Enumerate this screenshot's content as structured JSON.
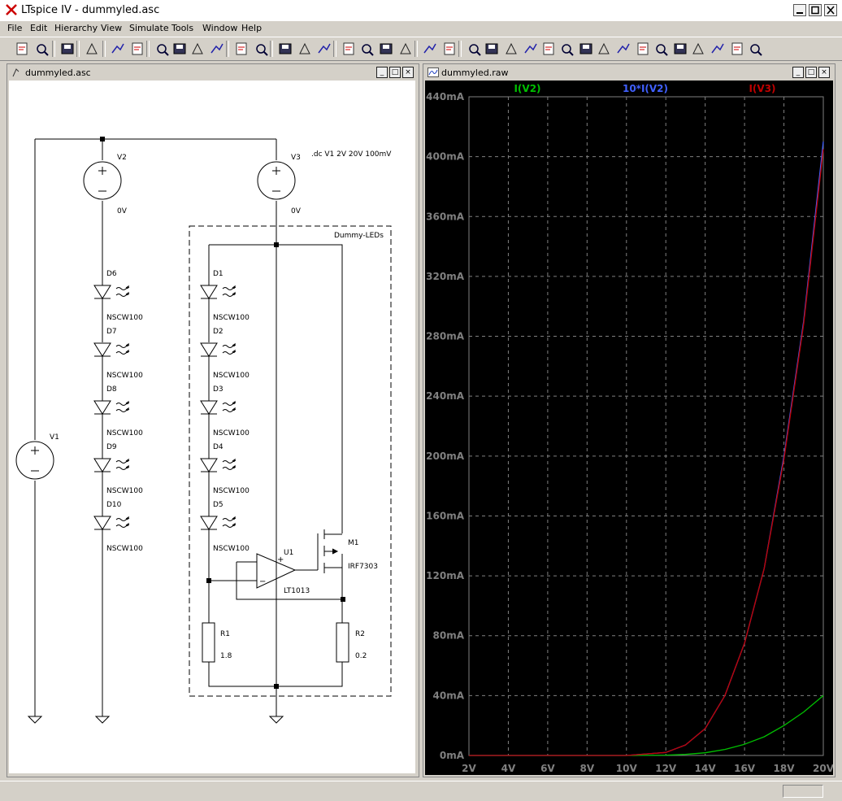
{
  "app": {
    "title": "LTspice IV - dummyled.asc"
  },
  "menu": {
    "file": "File",
    "edit": "Edit",
    "hierarchy": "Hierarchy",
    "view": "View",
    "simulate": "Simulate",
    "tools": "Tools",
    "window": "Window",
    "help": "Help"
  },
  "toolbar": {
    "icons": [
      "new-schematic-icon",
      "open-icon",
      "save-icon",
      "control-panel-icon",
      "run-icon",
      "halt-icon",
      "zoom-in-icon",
      "zoom-out-icon",
      "zoom-full-icon",
      "zoom-cancel-icon",
      "autorange-icon",
      "pan-icon",
      "tile-horizontal-icon",
      "cascade-icon",
      "tile-vertical-icon",
      "cut-icon",
      "copy-icon",
      "paste-icon",
      "find-icon",
      "print-setup-icon",
      "print-icon",
      "wire-icon",
      "ground-icon",
      "label-icon",
      "resistor-icon",
      "capacitor-icon",
      "inductor-icon",
      "diode-icon",
      "component-icon",
      "move-icon",
      "drag-icon",
      "undo-icon",
      "redo-icon",
      "rotate-icon",
      "mirror-icon",
      "text-icon",
      "spice-directive-icon"
    ]
  },
  "schematic": {
    "window_title": "dummyled.asc",
    "directive": ".dc V1 2V 20V 100mV",
    "box_label": "Dummy-LEDs",
    "sources": [
      {
        "name": "V1",
        "value": ""
      },
      {
        "name": "V2",
        "value": "0V"
      },
      {
        "name": "V3",
        "value": "0V"
      }
    ],
    "leds_left": [
      {
        "name": "D6",
        "model": "NSCW100"
      },
      {
        "name": "D7",
        "model": "NSCW100"
      },
      {
        "name": "D8",
        "model": "NSCW100"
      },
      {
        "name": "D9",
        "model": "NSCW100"
      },
      {
        "name": "D10",
        "model": "NSCW100"
      }
    ],
    "leds_right": [
      {
        "name": "D1",
        "model": "NSCW100"
      },
      {
        "name": "D2",
        "model": "NSCW100"
      },
      {
        "name": "D3",
        "model": "NSCW100"
      },
      {
        "name": "D4",
        "model": "NSCW100"
      },
      {
        "name": "D5",
        "model": "NSCW100"
      }
    ],
    "opamp": {
      "name": "U1",
      "model": "LT1013"
    },
    "mosfet": {
      "name": "M1",
      "model": "IRF7303"
    },
    "resistors": [
      {
        "name": "R1",
        "value": "1.8"
      },
      {
        "name": "R2",
        "value": "0.2"
      }
    ]
  },
  "plot": {
    "window_title": "dummyled.raw",
    "background": "#000000",
    "grid_color": "#808080",
    "traces": [
      {
        "label": "I(V2)",
        "color": "#00c000"
      },
      {
        "label": "10*I(V2)",
        "color": "#4060ff"
      },
      {
        "label": "I(V3)",
        "color": "#c00000"
      }
    ],
    "y_ticks": [
      "440mA",
      "400mA",
      "360mA",
      "320mA",
      "280mA",
      "240mA",
      "200mA",
      "160mA",
      "120mA",
      "80mA",
      "40mA",
      "0mA"
    ],
    "x_ticks": [
      "2V",
      "4V",
      "6V",
      "8V",
      "10V",
      "12V",
      "14V",
      "16V",
      "18V",
      "20V"
    ]
  },
  "chart_data": {
    "type": "line",
    "xlim": [
      2,
      20
    ],
    "ylim": [
      0,
      440
    ],
    "x_unit": "V",
    "y_unit": "mA",
    "grid": true,
    "legend": "top",
    "x": [
      2,
      4,
      6,
      8,
      10,
      12,
      13,
      14,
      15,
      16,
      17,
      18,
      19,
      20
    ],
    "series": [
      {
        "name": "I(V2)",
        "color": "#00c000",
        "values": [
          0,
          0,
          0,
          0,
          0,
          0.2,
          0.7,
          1.8,
          4.0,
          7.5,
          12.5,
          20,
          29,
          40
        ]
      },
      {
        "name": "10*I(V2)",
        "color": "#4060ff",
        "values": [
          0,
          0,
          0,
          0,
          0,
          2,
          7,
          18,
          40,
          75,
          125,
          200,
          290,
          410
        ]
      },
      {
        "name": "I(V3)",
        "color": "#c00000",
        "values": [
          0,
          0,
          0,
          0,
          0,
          2,
          7,
          18,
          40,
          75,
          125,
          198,
          288,
          405
        ]
      }
    ]
  }
}
